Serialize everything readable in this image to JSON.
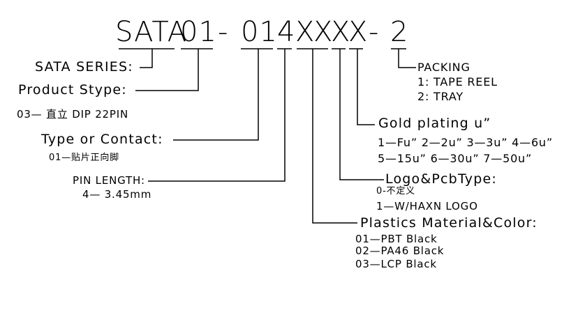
{
  "part_number": {
    "series": "SATA",
    "product_type_code": "01",
    "separator_1": "-",
    "type_contact_code": "01",
    "pin_length_code": "4",
    "plastics_code": "X",
    "logo_code": "X",
    "gold_code": "X",
    "extra_code": "X",
    "separator_2": "-",
    "packing_code": "2"
  },
  "fields": {
    "sata_series": {
      "label": "SATA SERIES:"
    },
    "product_type": {
      "label": "Product Stype:",
      "options": [
        "03— 直立 DIP 22PIN"
      ]
    },
    "type_contact": {
      "label": "Type or Contact:",
      "options": [
        "01—贴片正向脚"
      ]
    },
    "pin_length": {
      "label": "PIN LENGTH:",
      "options": [
        "4—  3.45mm"
      ]
    },
    "packing": {
      "label": "PACKING",
      "options": [
        "1: TAPE REEL",
        "2: TRAY"
      ]
    },
    "gold_plating": {
      "label": "Gold plating u”",
      "options": [
        "1—Fu” 2—2u” 3—3u” 4—6u”",
        "5—15u” 6—30u” 7—50u”"
      ]
    },
    "logo_pcb": {
      "label": "Logo&PcbType:",
      "options": [
        "0-不定义",
        "1—W/HAXN LOGO"
      ]
    },
    "plastics": {
      "label": "Plastics Material&Color:",
      "options": [
        "01—PBT Black",
        "02—PA46 Black",
        "03—LCP Black"
      ]
    }
  }
}
